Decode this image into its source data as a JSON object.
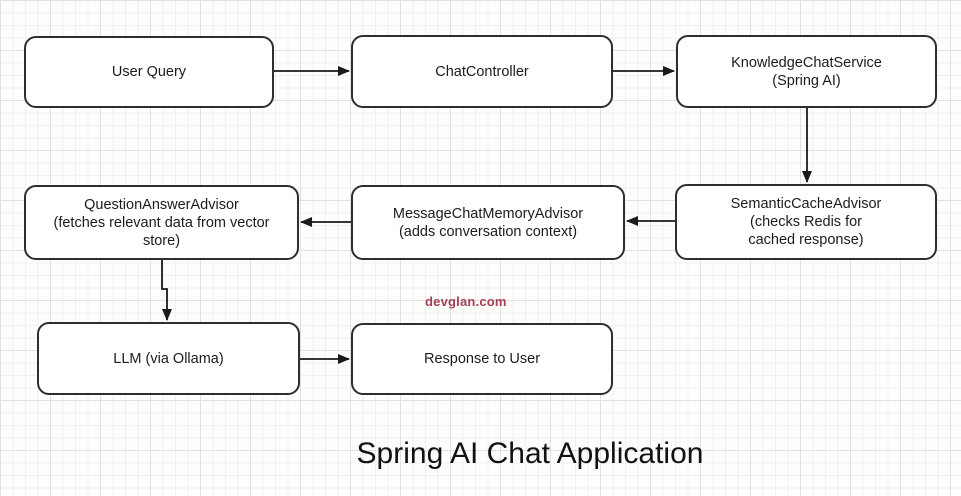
{
  "diagram": {
    "title": "Spring AI Chat Application",
    "watermark": "devglan.com",
    "colors": {
      "box_border": "#2e2e2e",
      "box_fill": "#ffffff",
      "arrow": "#1a1a1a",
      "watermark_text": "#a34054",
      "title_text": "#111111",
      "grid_minor": "#f3f1f0",
      "grid_major": "#e3e1e0"
    },
    "nodes": [
      {
        "id": "user-query",
        "lines": [
          "User Query"
        ]
      },
      {
        "id": "chat-controller",
        "lines": [
          "ChatController"
        ]
      },
      {
        "id": "knowledge-chat-service",
        "lines": [
          "KnowledgeChatService",
          "(Spring AI)"
        ]
      },
      {
        "id": "question-answer-advisor",
        "lines": [
          "QuestionAnswerAdvisor",
          "(fetches relevant data from vector",
          "store)"
        ]
      },
      {
        "id": "message-chat-memory-advisor",
        "lines": [
          "MessageChatMemoryAdvisor",
          "(adds conversation context)"
        ]
      },
      {
        "id": "semantic-cache-advisor",
        "lines": [
          "SemanticCacheAdvisor",
          "(checks Redis for",
          "cached response)"
        ]
      },
      {
        "id": "llm",
        "lines": [
          "LLM (via Ollama)"
        ]
      },
      {
        "id": "response-to-user",
        "lines": [
          "Response to User"
        ]
      }
    ],
    "edges": [
      {
        "from": "user-query",
        "to": "chat-controller"
      },
      {
        "from": "chat-controller",
        "to": "knowledge-chat-service"
      },
      {
        "from": "knowledge-chat-service",
        "to": "semantic-cache-advisor"
      },
      {
        "from": "semantic-cache-advisor",
        "to": "message-chat-memory-advisor"
      },
      {
        "from": "message-chat-memory-advisor",
        "to": "question-answer-advisor"
      },
      {
        "from": "question-answer-advisor",
        "to": "llm"
      },
      {
        "from": "llm",
        "to": "response-to-user"
      }
    ]
  }
}
